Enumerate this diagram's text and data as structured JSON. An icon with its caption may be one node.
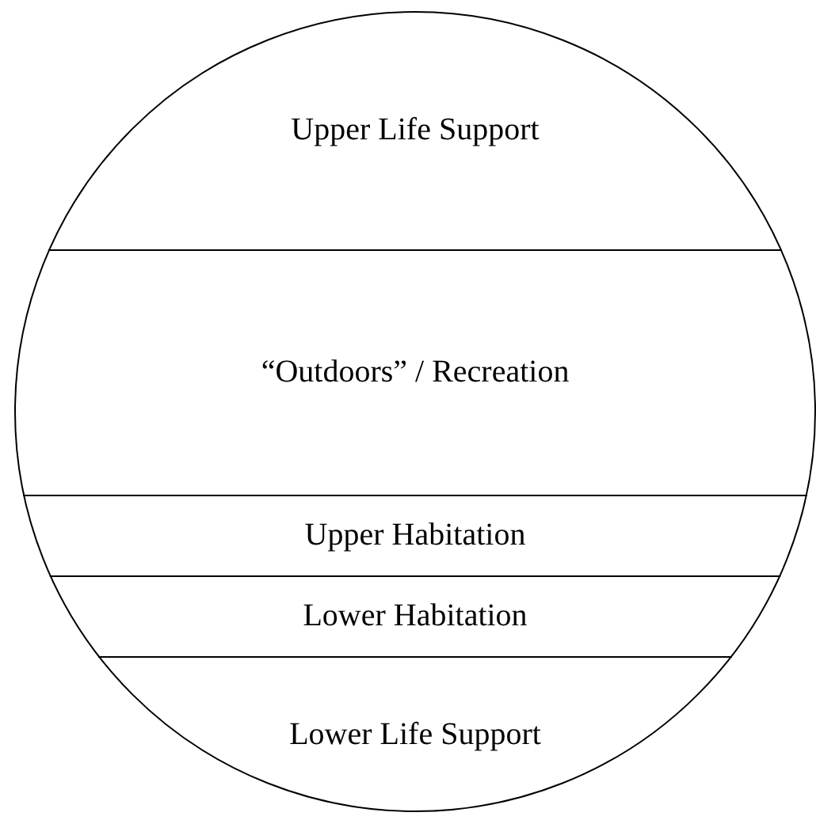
{
  "diagram": {
    "nodes": [
      {
        "text": [],
        "shape": "circle"
      },
      {
        "text": [
          "Upper Life Support"
        ],
        "in": 0
      },
      {
        "text": [
          "“Outdoors” / Recreation"
        ],
        "in": 0
      },
      {
        "text": [
          "Upper Habitation"
        ],
        "in": 0
      },
      {
        "text": [
          "Lower Habitation"
        ],
        "in": 0
      },
      {
        "text": [
          "Lower Life Support"
        ],
        "in": 0
      }
    ]
  }
}
